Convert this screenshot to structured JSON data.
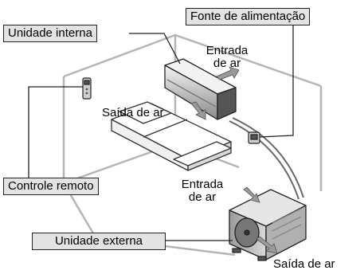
{
  "labels": {
    "indoor_unit": "Unidade interna",
    "power_supply": "Fonte de alimentação",
    "remote_control": "Controle remoto",
    "outdoor_unit": "Unidade externa"
  },
  "annotations": {
    "indoor_intake_line1": "Entrada",
    "indoor_intake_line2": "de ar",
    "indoor_outlet": "Saída de ar",
    "outdoor_intake_line1": "Entrada",
    "outdoor_intake_line2": "de ar",
    "outdoor_outlet": "Saída de ar"
  }
}
